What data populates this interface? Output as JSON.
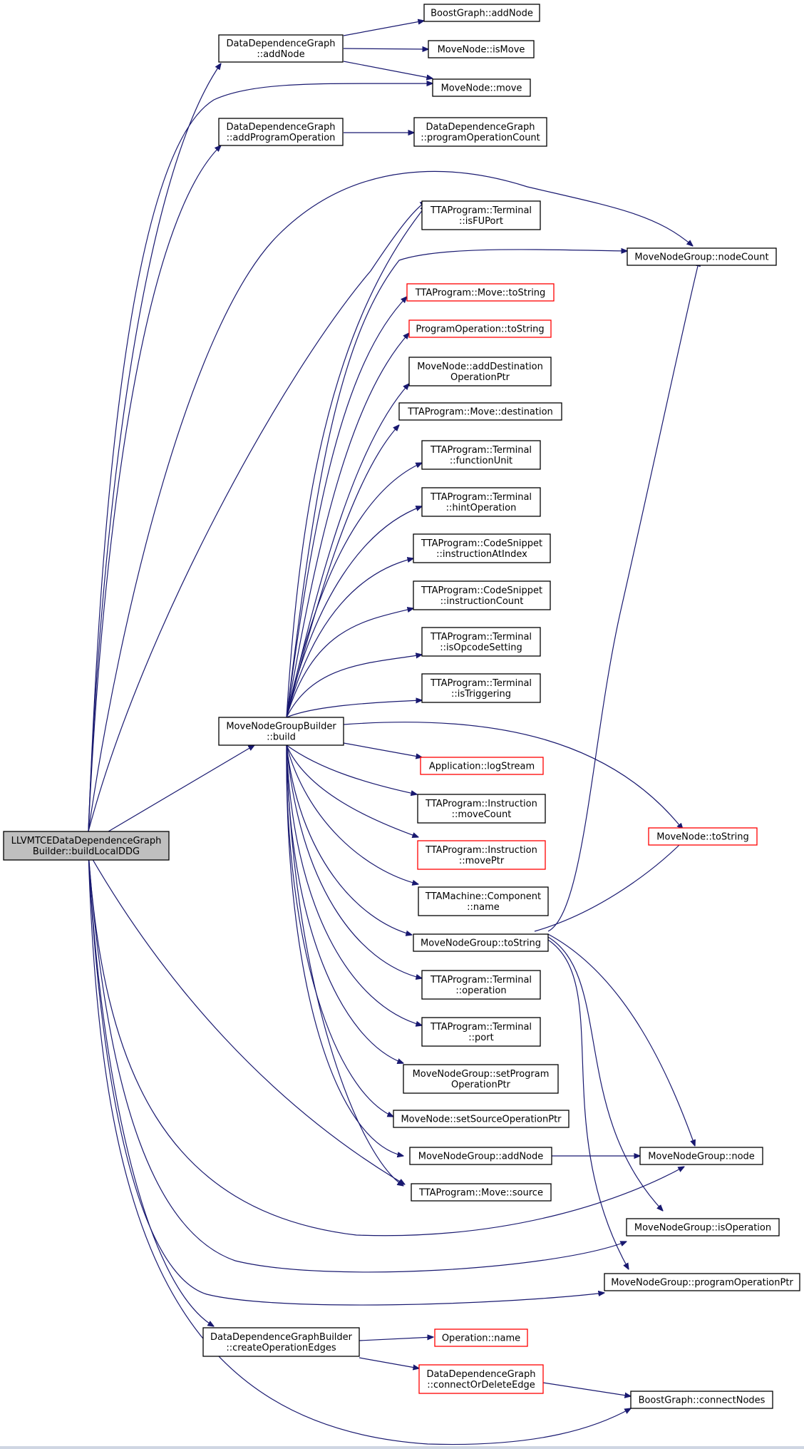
{
  "graph": {
    "root": {
      "id": "root",
      "lines": [
        "LLVMTCEDataDependenceGraph",
        "Builder::buildLocalDDG"
      ]
    },
    "nodes": [
      {
        "id": "ddg_addNode",
        "lines": [
          "DataDependenceGraph",
          "::addNode"
        ],
        "color": "black"
      },
      {
        "id": "bg_addNode",
        "lines": [
          "BoostGraph::addNode"
        ],
        "color": "black"
      },
      {
        "id": "mn_isMove",
        "lines": [
          "MoveNode::isMove"
        ],
        "color": "black"
      },
      {
        "id": "mn_move",
        "lines": [
          "MoveNode::move"
        ],
        "color": "black"
      },
      {
        "id": "ddg_addProgOp",
        "lines": [
          "DataDependenceGraph",
          "::addProgramOperation"
        ],
        "color": "black"
      },
      {
        "id": "ddg_progOpCount",
        "lines": [
          "DataDependenceGraph",
          "::programOperationCount"
        ],
        "color": "black"
      },
      {
        "id": "term_isFUPort",
        "lines": [
          "TTAProgram::Terminal",
          "::isFUPort"
        ],
        "color": "black"
      },
      {
        "id": "mng_nodeCount",
        "lines": [
          "MoveNodeGroup::nodeCount"
        ],
        "color": "black"
      },
      {
        "id": "move_toString",
        "lines": [
          "TTAProgram::Move::toString"
        ],
        "color": "red"
      },
      {
        "id": "po_toString",
        "lines": [
          "ProgramOperation::toString"
        ],
        "color": "red"
      },
      {
        "id": "mn_addDestOpPtr",
        "lines": [
          "MoveNode::addDestination",
          "OperationPtr"
        ],
        "color": "black"
      },
      {
        "id": "move_destination",
        "lines": [
          "TTAProgram::Move::destination"
        ],
        "color": "black"
      },
      {
        "id": "term_functionUnit",
        "lines": [
          "TTAProgram::Terminal",
          "::functionUnit"
        ],
        "color": "black"
      },
      {
        "id": "term_hintOperation",
        "lines": [
          "TTAProgram::Terminal",
          "::hintOperation"
        ],
        "color": "black"
      },
      {
        "id": "cs_instrAtIndex",
        "lines": [
          "TTAProgram::CodeSnippet",
          "::instructionAtIndex"
        ],
        "color": "black"
      },
      {
        "id": "cs_instrCount",
        "lines": [
          "TTAProgram::CodeSnippet",
          "::instructionCount"
        ],
        "color": "black"
      },
      {
        "id": "term_isOpcodeSetting",
        "lines": [
          "TTAProgram::Terminal",
          "::isOpcodeSetting"
        ],
        "color": "black"
      },
      {
        "id": "term_isTriggering",
        "lines": [
          "TTAProgram::Terminal",
          "::isTriggering"
        ],
        "color": "black"
      },
      {
        "id": "mngb_build",
        "lines": [
          "MoveNodeGroupBuilder",
          "::build"
        ],
        "color": "black"
      },
      {
        "id": "app_logStream",
        "lines": [
          "Application::logStream"
        ],
        "color": "red"
      },
      {
        "id": "instr_moveCount",
        "lines": [
          "TTAProgram::Instruction",
          "::moveCount"
        ],
        "color": "black"
      },
      {
        "id": "mn_toString",
        "lines": [
          "MoveNode::toString"
        ],
        "color": "red"
      },
      {
        "id": "instr_movePtr",
        "lines": [
          "TTAProgram::Instruction",
          "::movePtr"
        ],
        "color": "red"
      },
      {
        "id": "comp_name",
        "lines": [
          "TTAMachine::Component",
          "::name"
        ],
        "color": "black"
      },
      {
        "id": "mng_toString",
        "lines": [
          "MoveNodeGroup::toString"
        ],
        "color": "black"
      },
      {
        "id": "term_operation",
        "lines": [
          "TTAProgram::Terminal",
          "::operation"
        ],
        "color": "black"
      },
      {
        "id": "term_port",
        "lines": [
          "TTAProgram::Terminal",
          "::port"
        ],
        "color": "black"
      },
      {
        "id": "mng_setProgOpPtr",
        "lines": [
          "MoveNodeGroup::setProgram",
          "OperationPtr"
        ],
        "color": "black"
      },
      {
        "id": "mn_setSrcOpPtr",
        "lines": [
          "MoveNode::setSourceOperationPtr"
        ],
        "color": "black"
      },
      {
        "id": "mng_addNode",
        "lines": [
          "MoveNodeGroup::addNode"
        ],
        "color": "black"
      },
      {
        "id": "mng_node",
        "lines": [
          "MoveNodeGroup::node"
        ],
        "color": "black"
      },
      {
        "id": "move_source",
        "lines": [
          "TTAProgram::Move::source"
        ],
        "color": "black"
      },
      {
        "id": "mng_isOperation",
        "lines": [
          "MoveNodeGroup::isOperation"
        ],
        "color": "black"
      },
      {
        "id": "mng_progOpPtr",
        "lines": [
          "MoveNodeGroup::programOperationPtr"
        ],
        "color": "black"
      },
      {
        "id": "ddgb_createOpEdges",
        "lines": [
          "DataDependenceGraphBuilder",
          "::createOperationEdges"
        ],
        "color": "black"
      },
      {
        "id": "op_name",
        "lines": [
          "Operation::name"
        ],
        "color": "red"
      },
      {
        "id": "ddg_connectOrDelete",
        "lines": [
          "DataDependenceGraph",
          "::connectOrDeleteEdge"
        ],
        "color": "red"
      },
      {
        "id": "bg_connectNodes",
        "lines": [
          "BoostGraph::connectNodes"
        ],
        "color": "black"
      }
    ]
  },
  "colors": {
    "edge": "#191970",
    "border": "#000000",
    "border_red": "#ff0000",
    "root_fill": "#bfbfbf",
    "background": "#ffffff"
  }
}
